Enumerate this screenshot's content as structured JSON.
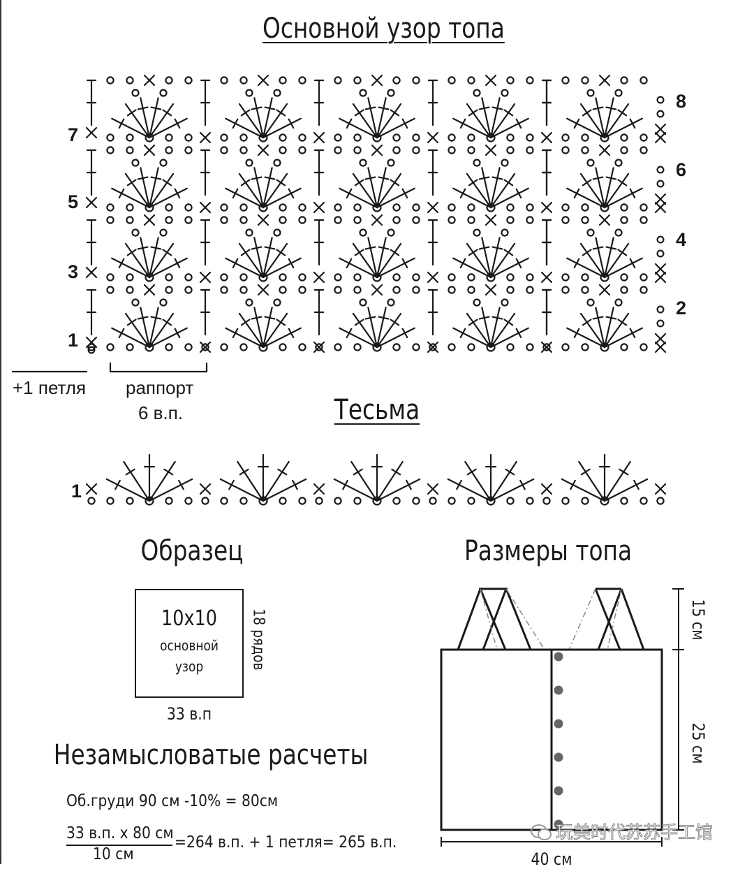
{
  "titles": {
    "main_pattern": "Основной узор топа",
    "tape": "Тесьма",
    "sample": "Образец",
    "sizes": "Размеры топа",
    "calculations": "Незамысловатые расчеты"
  },
  "main_pattern": {
    "rows_left": [
      "7",
      "5",
      "3",
      "1"
    ],
    "rows_right": [
      "8",
      "6",
      "4",
      "2"
    ],
    "extra_loop_label": "+1 петля",
    "repeat_label_line1": "раппорт",
    "repeat_label_line2": "6 в.п.",
    "repeats": 5,
    "row_pairs": 4
  },
  "tape": {
    "row_label": "1",
    "repeats": 5
  },
  "sample": {
    "size": "10x10",
    "line1": "основной",
    "line2": "узор",
    "rows": "18 рядов",
    "stitches": "33 в.п"
  },
  "sizes": {
    "straps_height": "15 см",
    "body_height": "25 см",
    "width": "40 см",
    "buttons": 6
  },
  "calc": {
    "bust": "Об.груди  90 см -10% = 80см",
    "numerator": "33 в.п. х 80 см",
    "denominator": "10 см",
    "result": "=264 в.п. + 1 петля= 265 в.п."
  },
  "watermark": "玩美时代苏苏手工馆"
}
